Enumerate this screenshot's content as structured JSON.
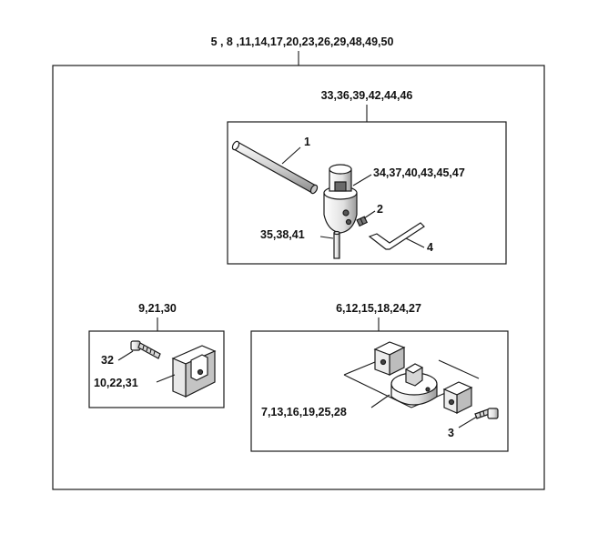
{
  "callouts": {
    "top": "5 , 8 ,11,14,17,20,23,26,29,48,49,50",
    "kit_group": "33,36,39,42,44,46",
    "part_1": "1",
    "part_34": "34,37,40,43,45,47",
    "part_2": "2",
    "part_35": "35,38,41",
    "part_4": "4",
    "jaw_group": "9,21,30",
    "part_32": "32",
    "part_10": "10,22,31",
    "die_group": "6,12,15,18,24,27",
    "part_7": "7,13,16,19,25,28",
    "part_3": "3"
  },
  "colors": {
    "line": "#1a1a1a",
    "text": "#111111",
    "background": "#ffffff",
    "part_fill": "#ffffff",
    "part_shade": "#b0b0b0"
  }
}
